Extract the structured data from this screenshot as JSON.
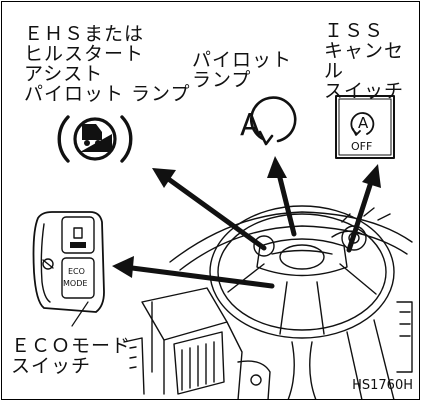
{
  "labels": {
    "ehs": "ＥＨＳまたは\nヒルスタート\nアシスト\nパイロット ランプ",
    "pilot": "パイロット\nランプ",
    "iss": "ＩＳＳ\nキャンセル\nスイッチ",
    "eco": "ＥＣＯモード\nスイッチ"
  },
  "icons": {
    "pilot_letter": "A",
    "iss_letter": "A",
    "iss_sub": "OFF",
    "eco_switch_line1": "ECO",
    "eco_switch_line2": "MODE"
  },
  "figure_code": "HS1760H",
  "colors": {
    "line": "#111111",
    "background": "#ffffff"
  }
}
